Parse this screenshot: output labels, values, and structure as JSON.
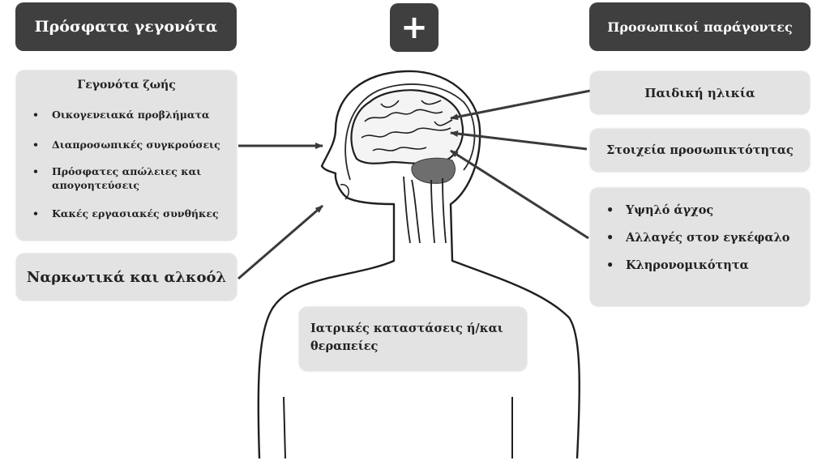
{
  "header": {
    "left_title": "Πρόσφατα γεγονότα",
    "plus_sign": "+",
    "right_title": "Προσωπικοί παράγοντες"
  },
  "left": {
    "life_events": {
      "title": "Γεγονότα ζωής",
      "items": [
        "Οικογενειακά προβλήματα",
        "Διαπροσωπικές συγκρούσεις",
        "Πρόσφατες απώλειες και απογοητεύσεις",
        "Κακές εργασιακές συνθήκες"
      ]
    },
    "drugs": "Ναρκωτικά και αλκοόλ"
  },
  "center": {
    "medical": "Ιατρικές καταστάσεις ή/και θεραπείες"
  },
  "right": {
    "childhood": "Παιδική ηλικία",
    "personality": "Στοιχεία προσωπικτότητας",
    "factors": [
      "Υψηλό άγχος",
      "Αλλαγές στον εγκέφαλο",
      "Κληρονομικότητα"
    ]
  }
}
